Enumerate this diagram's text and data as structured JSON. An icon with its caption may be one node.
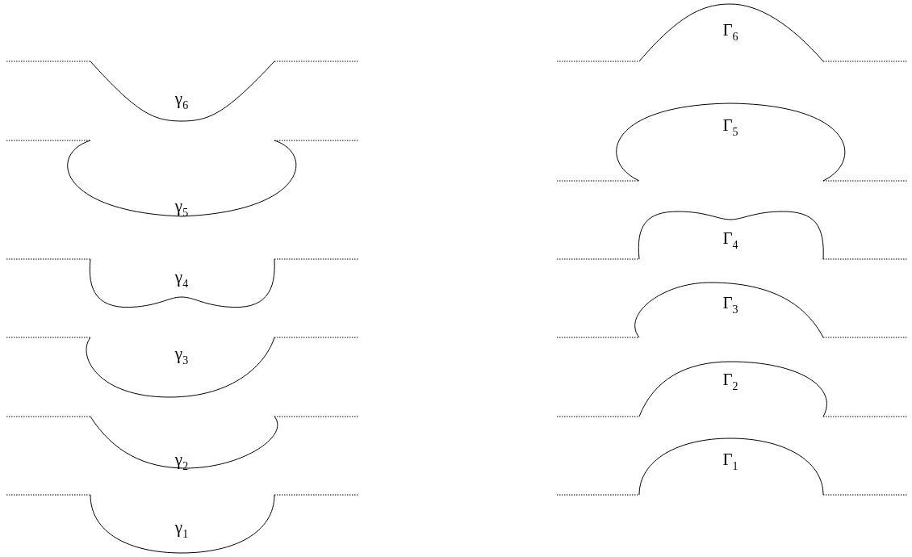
{
  "diagram": {
    "labels": [
      "γ$_{6}$",
      "γ$_{5}$",
      "γ$_{4}$",
      "γ$_{3}$",
      "γ$_{2}$",
      "γ$_{1}$",
      "Γ$_{6}$",
      "Γ$_{5}$",
      "Γ$_{4}$",
      "Γ$_{3}$",
      "Γ$_{2}$",
      "Γ$_{1}$"
    ]
  }
}
